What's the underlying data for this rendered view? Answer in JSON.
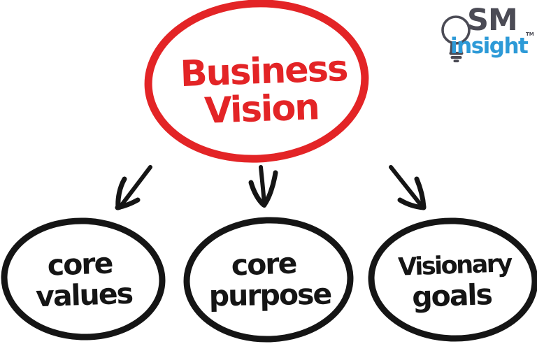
{
  "colors": {
    "red": "#e32426",
    "ink": "#151515",
    "logo_gray": "#4b4b55",
    "logo_blue": "#2d9ad7"
  },
  "diagram": {
    "title_node": {
      "line1": "Business",
      "line2": "Vision"
    },
    "child_nodes": [
      {
        "line1": "core",
        "line2": "values"
      },
      {
        "line1": "core",
        "line2": "purpose"
      },
      {
        "line1": "Visionary",
        "line2": "goals"
      }
    ]
  },
  "logo": {
    "sm": "SM",
    "insight": "insight",
    "trademark": "TM"
  }
}
